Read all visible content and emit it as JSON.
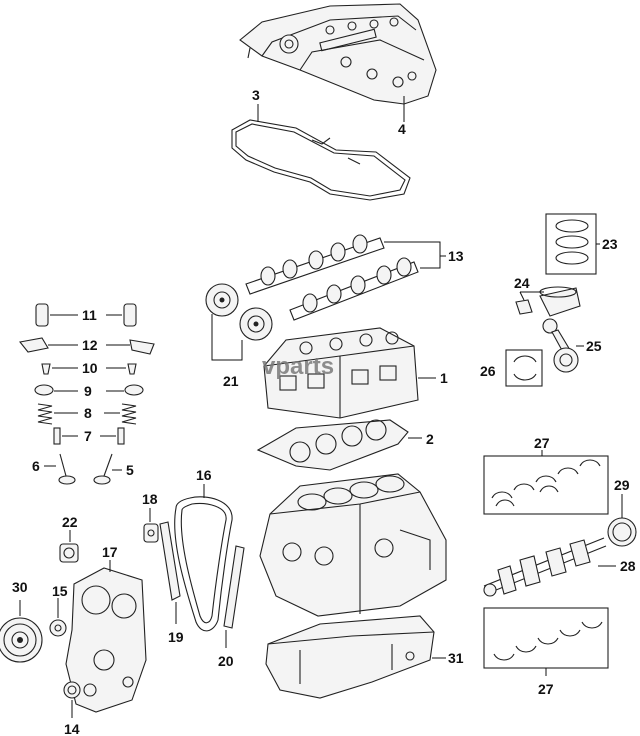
{
  "watermark": "vparts",
  "callouts": {
    "c1": "1",
    "c2": "2",
    "c3": "3",
    "c4": "4",
    "c5": "5",
    "c6": "6",
    "c7": "7",
    "c8": "8",
    "c9": "9",
    "c10": "10",
    "c11": "11",
    "c12": "12",
    "c13": "13",
    "c14": "14",
    "c15": "15",
    "c16": "16",
    "c17": "17",
    "c18": "18",
    "c19": "19",
    "c20": "20",
    "c21": "21",
    "c22": "22",
    "c23": "23",
    "c24": "24",
    "c25": "25",
    "c26": "26",
    "c27a": "27",
    "c27b": "27",
    "c28": "28",
    "c29": "29",
    "c30": "30",
    "c31": "31"
  }
}
